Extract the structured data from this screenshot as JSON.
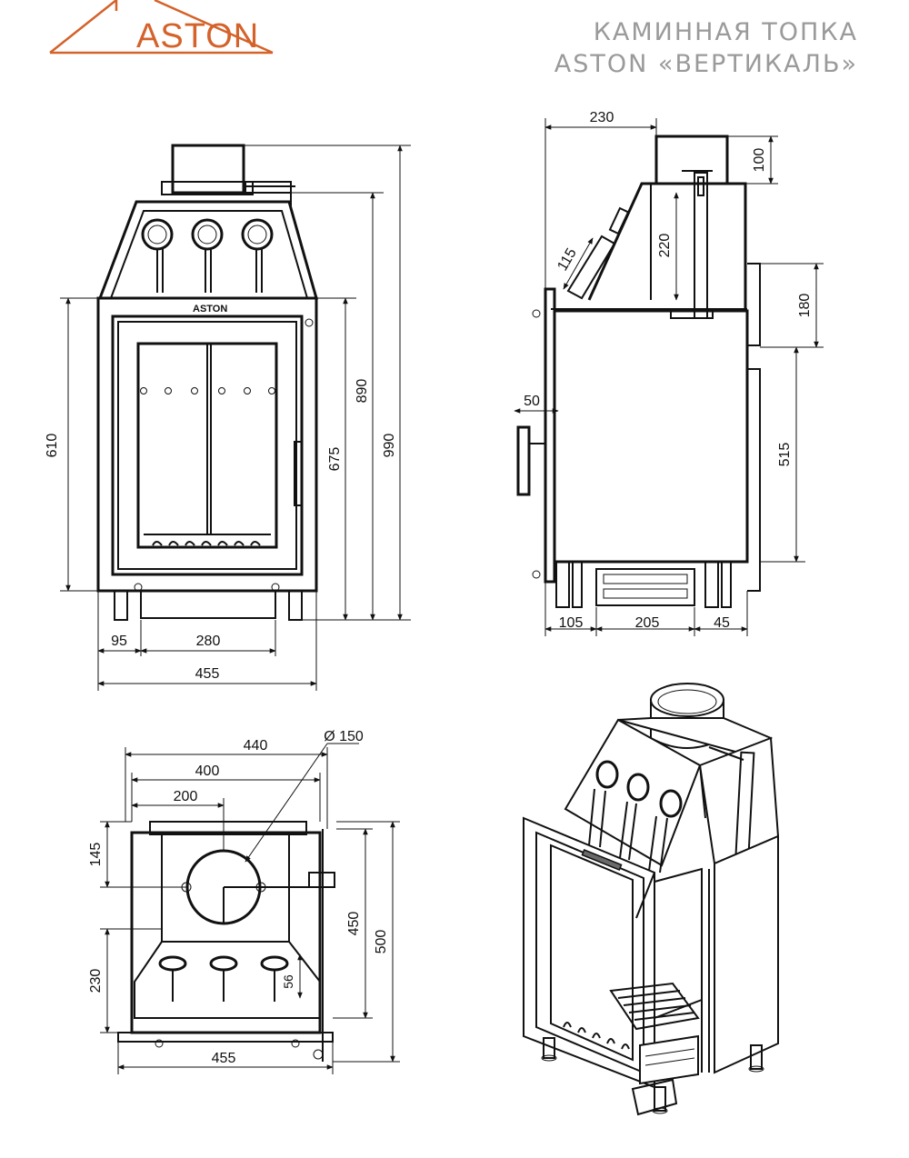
{
  "brand": {
    "logo_text": "ASTON",
    "logo_color": "#d4622a"
  },
  "title": {
    "line1": "КАМИННАЯ ТОПКА",
    "line2": "ASTON «ВЕРТИКАЛЬ»",
    "color": "#9a9a9a"
  },
  "front_view": {
    "plate_label": "ASTON",
    "dims": {
      "height_left": "610",
      "height_inner": "675",
      "height_mid": "890",
      "height_total": "990",
      "bottom_left": "95",
      "bottom_mid": "280",
      "bottom_total": "455"
    }
  },
  "side_view": {
    "dims": {
      "top_width": "230",
      "top_height": "100",
      "vertical_220": "220",
      "diag_115": "115",
      "right_180": "180",
      "right_515": "515",
      "handle_50": "50",
      "bottom_105": "105",
      "bottom_205": "205",
      "bottom_45": "45"
    }
  },
  "top_view": {
    "dims": {
      "width_440": "440",
      "width_400": "400",
      "width_200": "200",
      "diameter": "Ø 150",
      "left_145": "145",
      "left_230": "230",
      "right_450": "450",
      "right_500": "500",
      "inner_56": "56",
      "bottom_455": "455"
    }
  },
  "iso_view": {}
}
